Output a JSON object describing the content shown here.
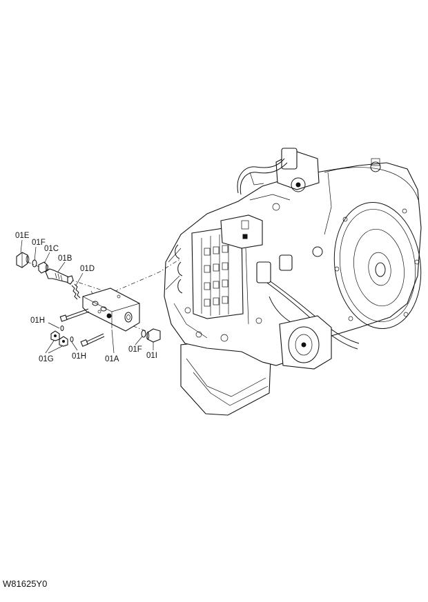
{
  "labels": {
    "e_top": "01E",
    "f_top": "01F",
    "c": "01C",
    "b": "01B",
    "d": "01D",
    "h_left": "01H",
    "g": "01G",
    "h_bottom": "01H",
    "a": "01A",
    "f_bottom": "01F",
    "i": "01I"
  },
  "figure_id": "W81625Y0"
}
